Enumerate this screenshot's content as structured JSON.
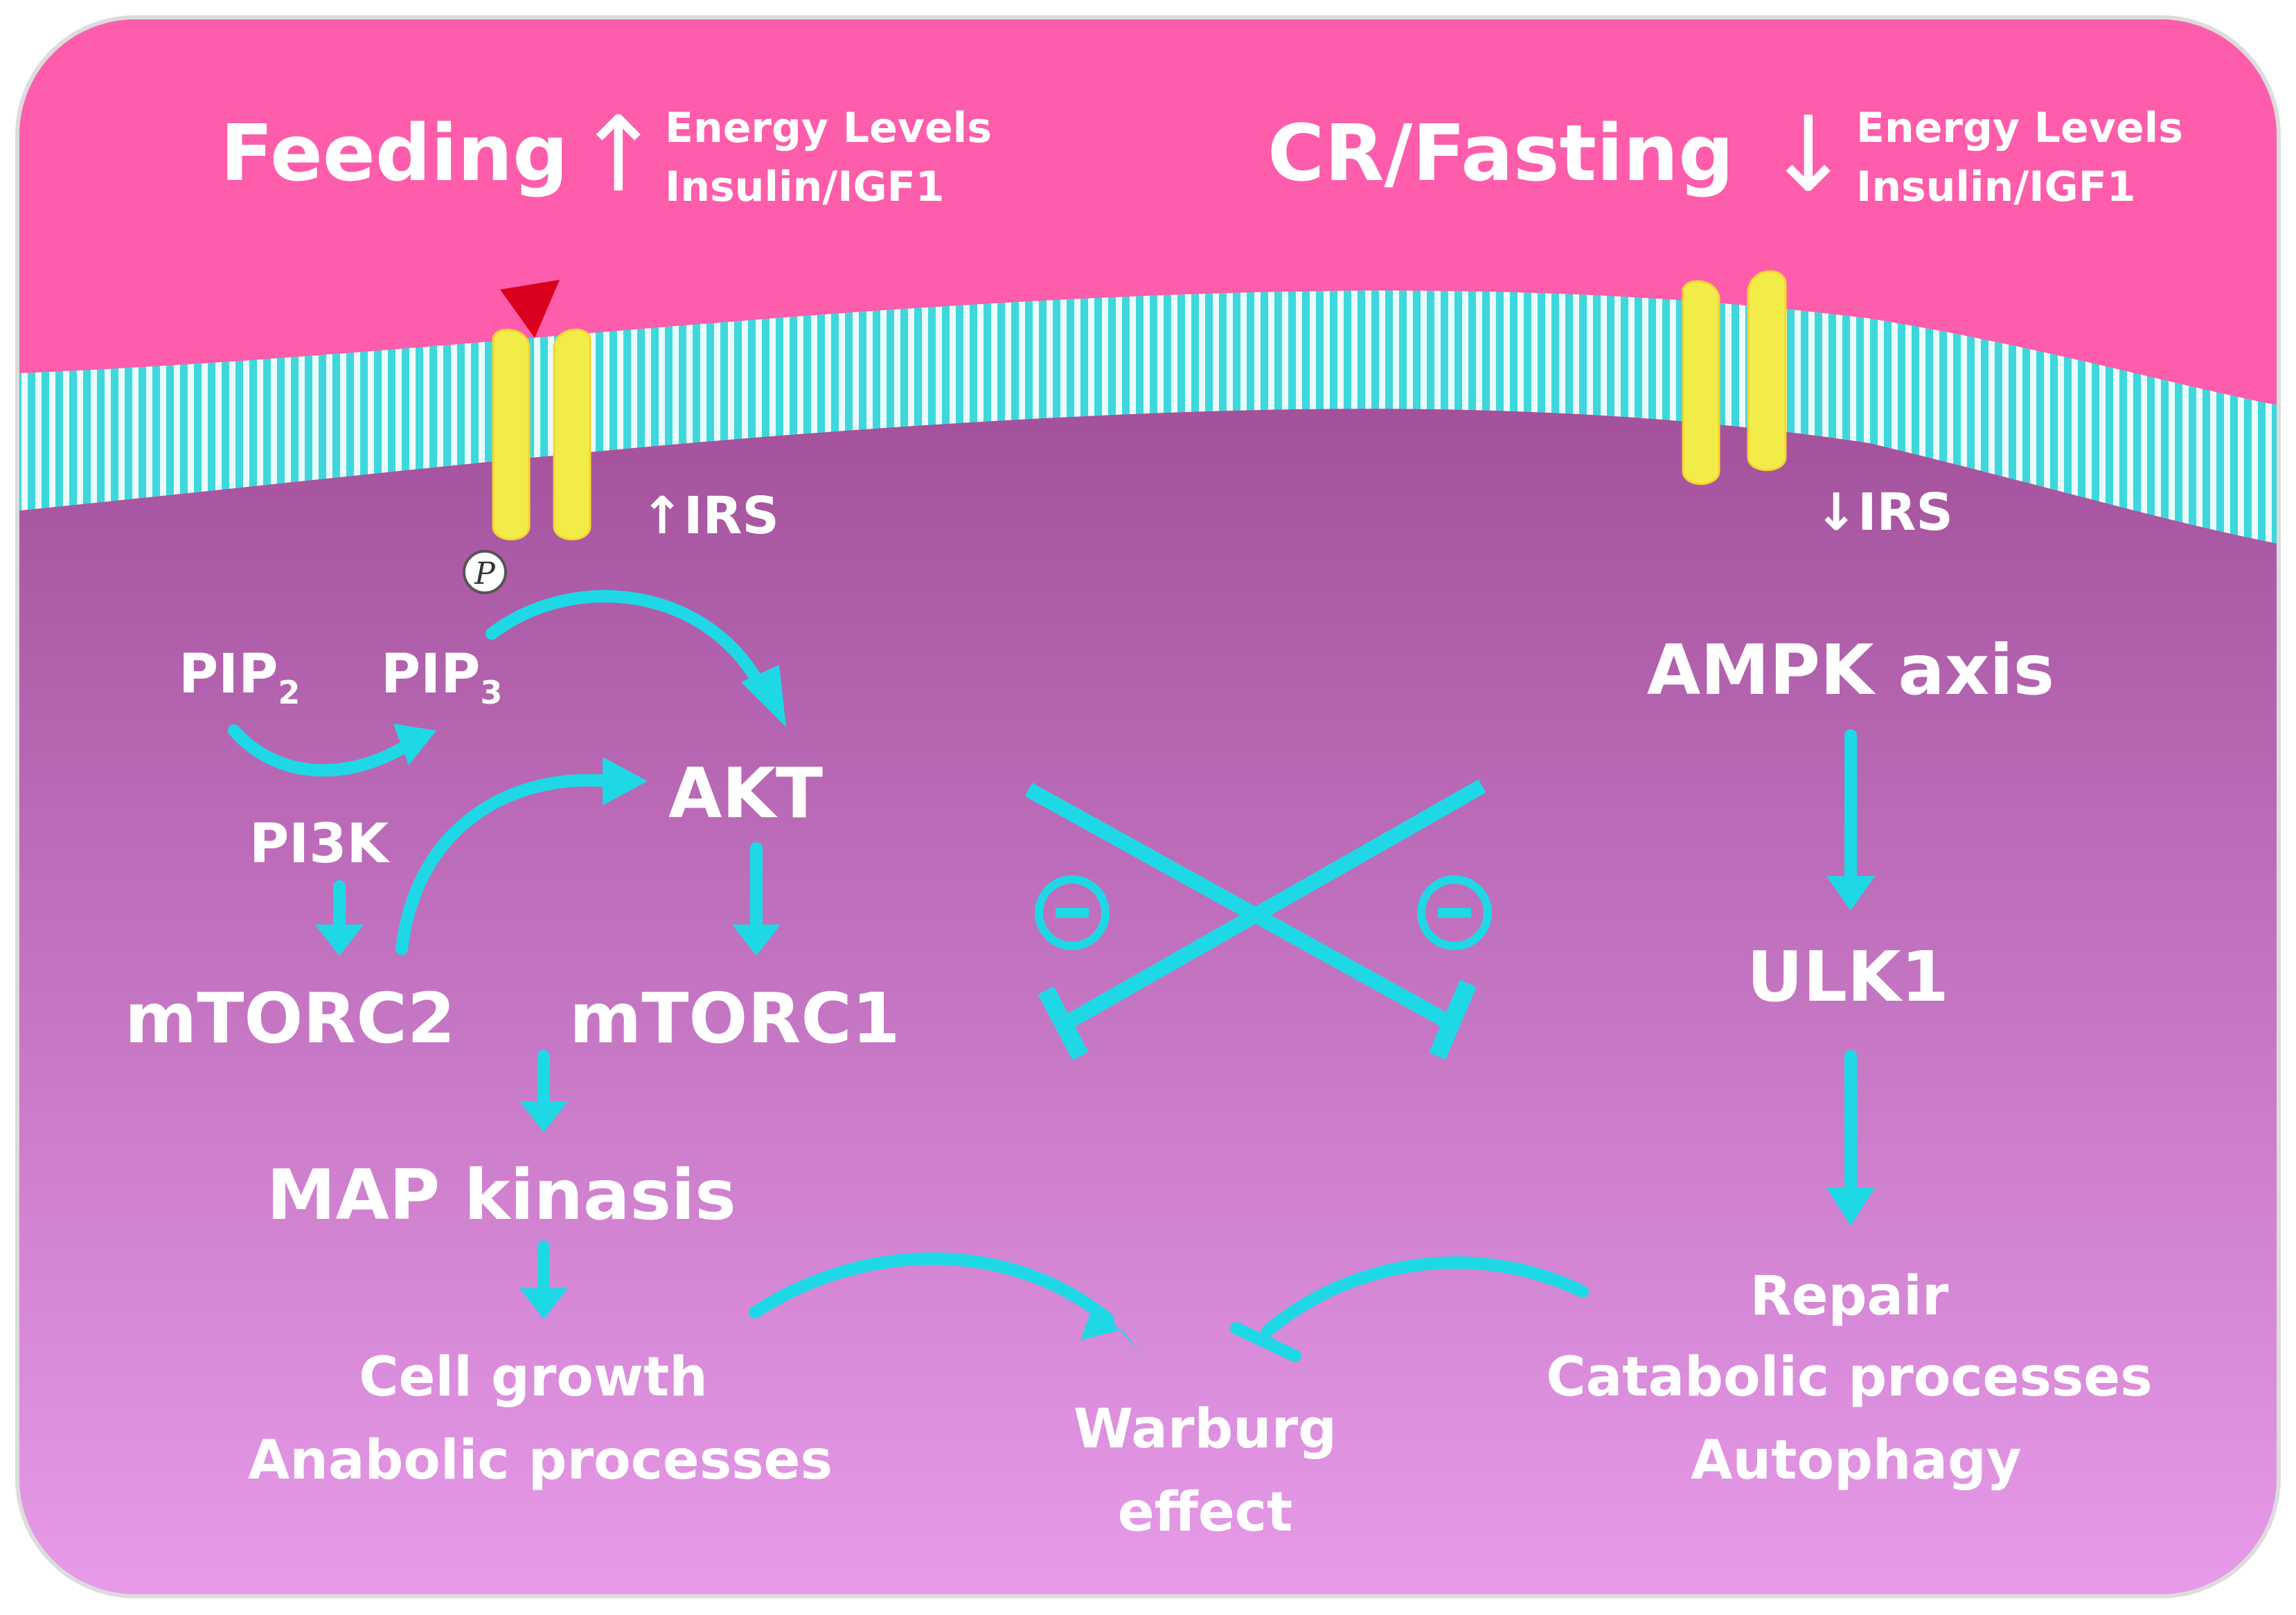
{
  "feeding": {
    "title": "Feeding",
    "arrow": "↑",
    "line1": "Energy  Levels",
    "line2": "Insulin/IGF1"
  },
  "fasting": {
    "title": "CR/Fasting",
    "arrow": "↓",
    "line1": "Energy Levels",
    "line2": "Insulin/IGF1"
  },
  "membrane": {
    "irs_up": "↑IRS",
    "irs_down": "↓IRS",
    "phospho": "P"
  },
  "left_pathway": {
    "pip2": "PIP",
    "pip2_sub": "2",
    "pip3": "PIP",
    "pip3_sub": "3",
    "pi3k": "PI3K",
    "akt": "AKT",
    "mtorc2": "mTORC2",
    "mtorc1": "mTORC1",
    "map": "MAP kinasis",
    "out1": "Cell growth",
    "out2": "Anabolic processes"
  },
  "right_pathway": {
    "ampk": "AMPK axis",
    "ulk1": "ULK1",
    "out1": "Repair",
    "out2": "Catabolic processes",
    "out3": "Autophagy"
  },
  "center": {
    "warburg1": "Warburg",
    "warburg2": "effect",
    "minus": "−"
  },
  "colors": {
    "top_pink": "#fd5dab",
    "cell_top": "#a3519b",
    "cell_bottom": "#e79ae9",
    "membrane": "#3ed8dc",
    "receptor": "#f2ec49",
    "ligand": "#d9001e",
    "arrow": "#1fd8e6"
  }
}
